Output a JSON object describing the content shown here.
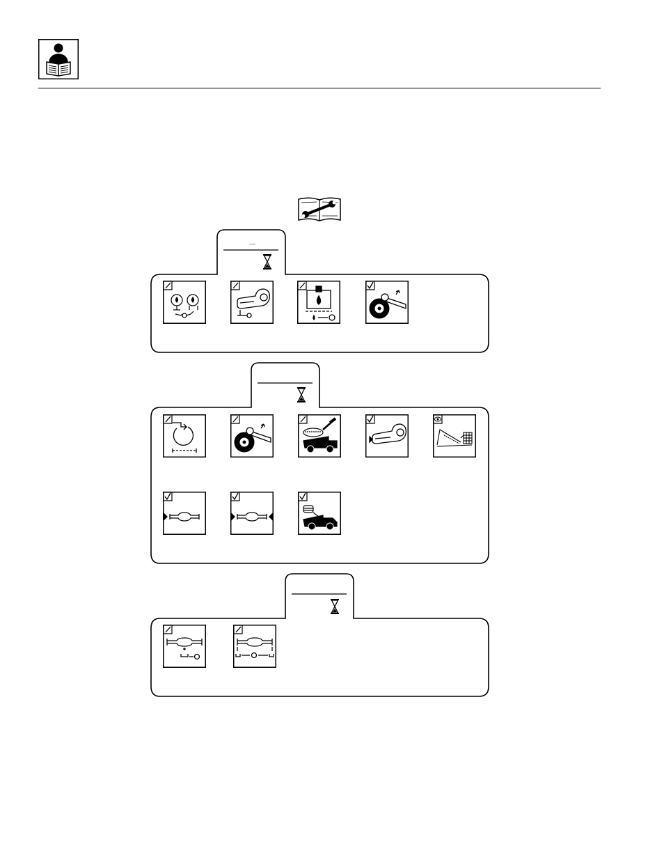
{
  "header": {
    "logo_icon": "read-manual-icon"
  },
  "manual_icon": "service-manual-wrench-icon",
  "groups": [
    {
      "id": "group-1",
      "tab_mark": "_",
      "timer_icon": "hourglass-icon",
      "tiles": [
        {
          "badge": "service-check-icon",
          "icon": "axle-gear-oil-change-icon"
        },
        {
          "badge": "service-check-icon",
          "icon": "gearbox-oil-drain-icon"
        },
        {
          "badge": "service-check-icon",
          "icon": "hydraulic-oil-drain-icon"
        },
        {
          "badge": "checkmark-icon",
          "icon": "wheel-nut-torque-icon"
        }
      ]
    },
    {
      "id": "group-2",
      "tab_mark": "",
      "timer_icon": "hourglass-icon",
      "tiles": [
        {
          "badge": "service-check-icon",
          "icon": "filter-replace-icon"
        },
        {
          "badge": "service-check-icon",
          "icon": "wheel-nut-torque-icon"
        },
        {
          "badge": "service-check-icon",
          "icon": "boom-lubrication-icon"
        },
        {
          "badge": "checkmark-icon",
          "icon": "gearbox-inspect-icon"
        },
        {
          "badge": "inspect-eye-icon",
          "icon": "boom-chain-inspect-icon"
        },
        {
          "badge": "checkmark-icon",
          "icon": "front-axle-check-icon"
        },
        {
          "badge": "checkmark-icon",
          "icon": "rear-axle-check-icon"
        },
        {
          "badge": "checkmark-icon",
          "icon": "machine-cab-check-icon"
        }
      ]
    },
    {
      "id": "group-3",
      "tab_mark": "",
      "timer_icon": "hourglass-icon",
      "tiles": [
        {
          "badge": "service-check-icon",
          "icon": "axle-oil-drain-icon"
        },
        {
          "badge": "service-check-icon",
          "icon": "axle-hub-oil-drain-icon"
        }
      ]
    }
  ]
}
